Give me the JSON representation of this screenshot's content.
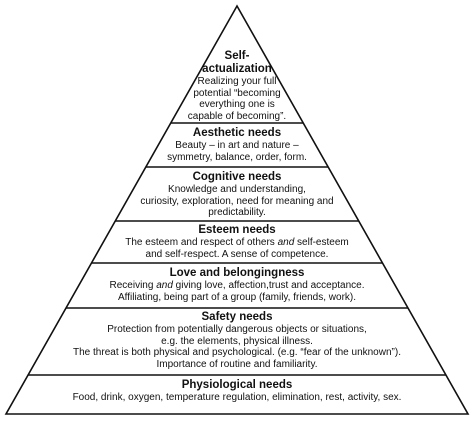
{
  "tiers": [
    {
      "id": "self-actualization",
      "title_lines": [
        "Self-",
        "actualization"
      ],
      "lines": [
        "Realizing your full",
        "potential “becoming",
        "everything one is",
        "capable of becoming”."
      ]
    },
    {
      "id": "aesthetic",
      "title_lines": [
        "Aesthetic needs"
      ],
      "lines": [
        "Beauty – in art and nature –",
        "symmetry, balance, order, form."
      ]
    },
    {
      "id": "cognitive",
      "title_lines": [
        "Cognitive needs"
      ],
      "lines": [
        "Knowledge and understanding,",
        "curiosity, exploration, need for meaning and",
        "predictability."
      ]
    },
    {
      "id": "esteem",
      "title_lines": [
        "Esteem needs"
      ],
      "lines": [
        "The esteem and respect of others and self-esteem",
        "and self-respect. A sense of competence."
      ]
    },
    {
      "id": "love-belonging",
      "title_lines": [
        "Love and belongingness"
      ],
      "lines": [
        "Receiving and giving love, affection,trust and acceptance.",
        "Affiliating, being part of a group (family, friends, work)."
      ]
    },
    {
      "id": "safety",
      "title_lines": [
        "Safety needs"
      ],
      "lines": [
        "Protection from potentially dangerous objects or situations,",
        "e.g. the elements, physical illness.",
        "The threat is both physical and psychological. (e.g. “fear of the unknown”).",
        "Importance of routine and familiarity."
      ]
    },
    {
      "id": "physiological",
      "title_lines": [
        "Physiological needs"
      ],
      "lines": [
        "Food, drink, oxygen, temperature regulation, elimination, rest, activity, sex."
      ]
    }
  ]
}
